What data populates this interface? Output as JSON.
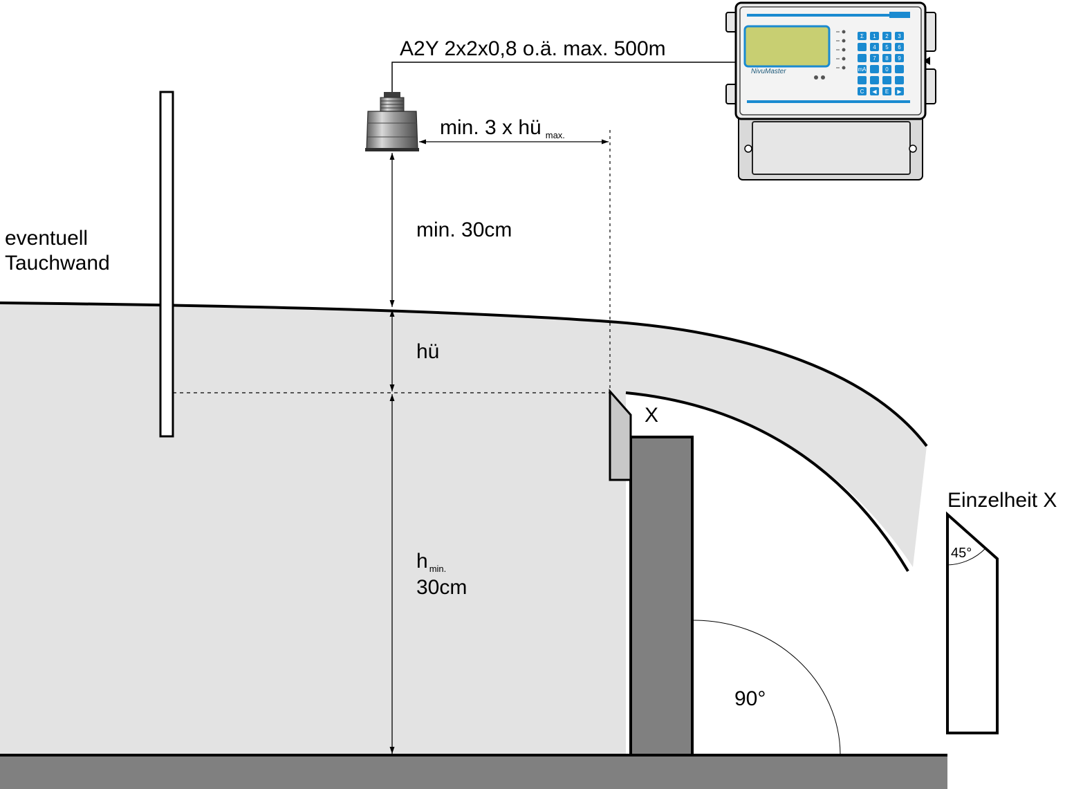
{
  "labels": {
    "cable": "A2Y 2x2x0,8 o.ä. max. 500m",
    "distance_main": "min. 3 x hü",
    "distance_sub": "max.",
    "sensor_gap": "min. 30cm",
    "head": "hü",
    "hmin_main": "h",
    "hmin_sub": "min.",
    "hmin_value": "30cm",
    "baffle_line1": "eventuell",
    "baffle_line2": "Tauchwand",
    "detail_marker": "X",
    "detail_title": "Einzelheit X",
    "angle_detail": "45°",
    "angle_wall": "90°"
  },
  "device": {
    "brand": "NivuMaster",
    "keypad": [
      "Σ",
      "1",
      "2",
      "3",
      "",
      "4",
      "5",
      "6",
      "",
      "7",
      "8",
      "9",
      "mA",
      "",
      "0",
      "",
      "",
      "",
      "",
      "",
      "C",
      "◀",
      "E",
      "▶"
    ]
  },
  "colors": {
    "water": "#e3e3e3",
    "concrete": "#808080",
    "device_accent": "#1a8ad0",
    "display": "#c8cf72"
  }
}
